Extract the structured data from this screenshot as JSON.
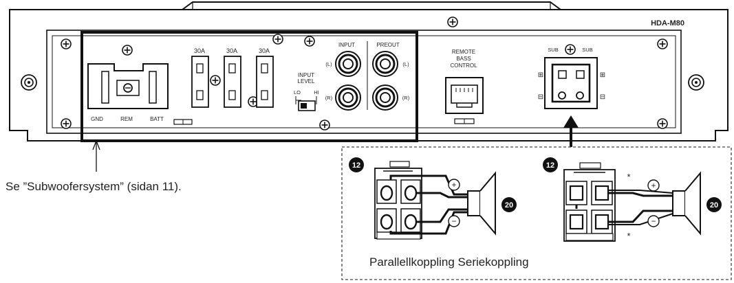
{
  "model": "HDA-M80",
  "fuses": [
    "30A",
    "30A",
    "30A"
  ],
  "power_terminals": {
    "gnd": "GND",
    "rem": "REM",
    "batt": "BATT"
  },
  "input_level": {
    "title_line1": "INPUT",
    "title_line2": "LEVEL",
    "lo": "LO",
    "hi": "HI"
  },
  "rca": {
    "input_label": "INPUT",
    "preout_label": "PREOUT",
    "left": "(L)",
    "right": "(R)"
  },
  "remote": {
    "line1": "REMOTE",
    "line2": "BASS",
    "line3": "CONTROL"
  },
  "sub_out": {
    "left_label": "SUB",
    "right_label": "SUB",
    "plus": "⊞",
    "minus": "⊟"
  },
  "callout_text": "Se ”Subwoofersystem” (sidan 11).",
  "inset": {
    "badge_left": "12",
    "badge_right": "12",
    "badge_speaker_left": "20",
    "badge_speaker_right": "20",
    "plus": "+",
    "minus": "−",
    "asterisk": "*",
    "caption": "Parallellkoppling Seriekoppling"
  }
}
